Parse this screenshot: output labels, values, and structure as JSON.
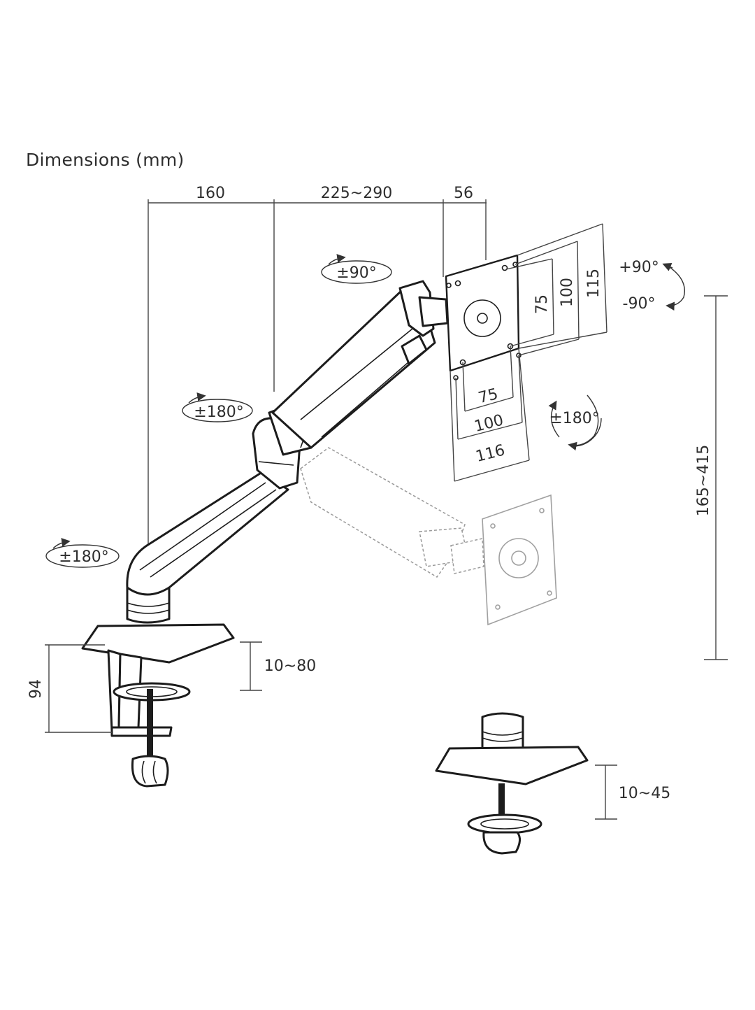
{
  "title": "Dimensions (mm)",
  "dimensions": {
    "top_span_1": "160",
    "top_span_2": "225~290",
    "top_span_3": "56",
    "vesa_height_75": "75",
    "vesa_height_100": "100",
    "vesa_height_115": "115",
    "vesa_width_75": "75",
    "vesa_width_100": "100",
    "vesa_width_116": "116",
    "height_range": "165~415",
    "clamp_thickness": "10~80",
    "clamp_depth": "94",
    "grommet_thickness": "10~45"
  },
  "rotations": {
    "arm_top_swivel": "±90°",
    "elbow_swivel": "±180°",
    "base_swivel": "±180°",
    "tilt_up": "+90°",
    "tilt_down": "-90°",
    "screen_rotation": "±180°"
  }
}
